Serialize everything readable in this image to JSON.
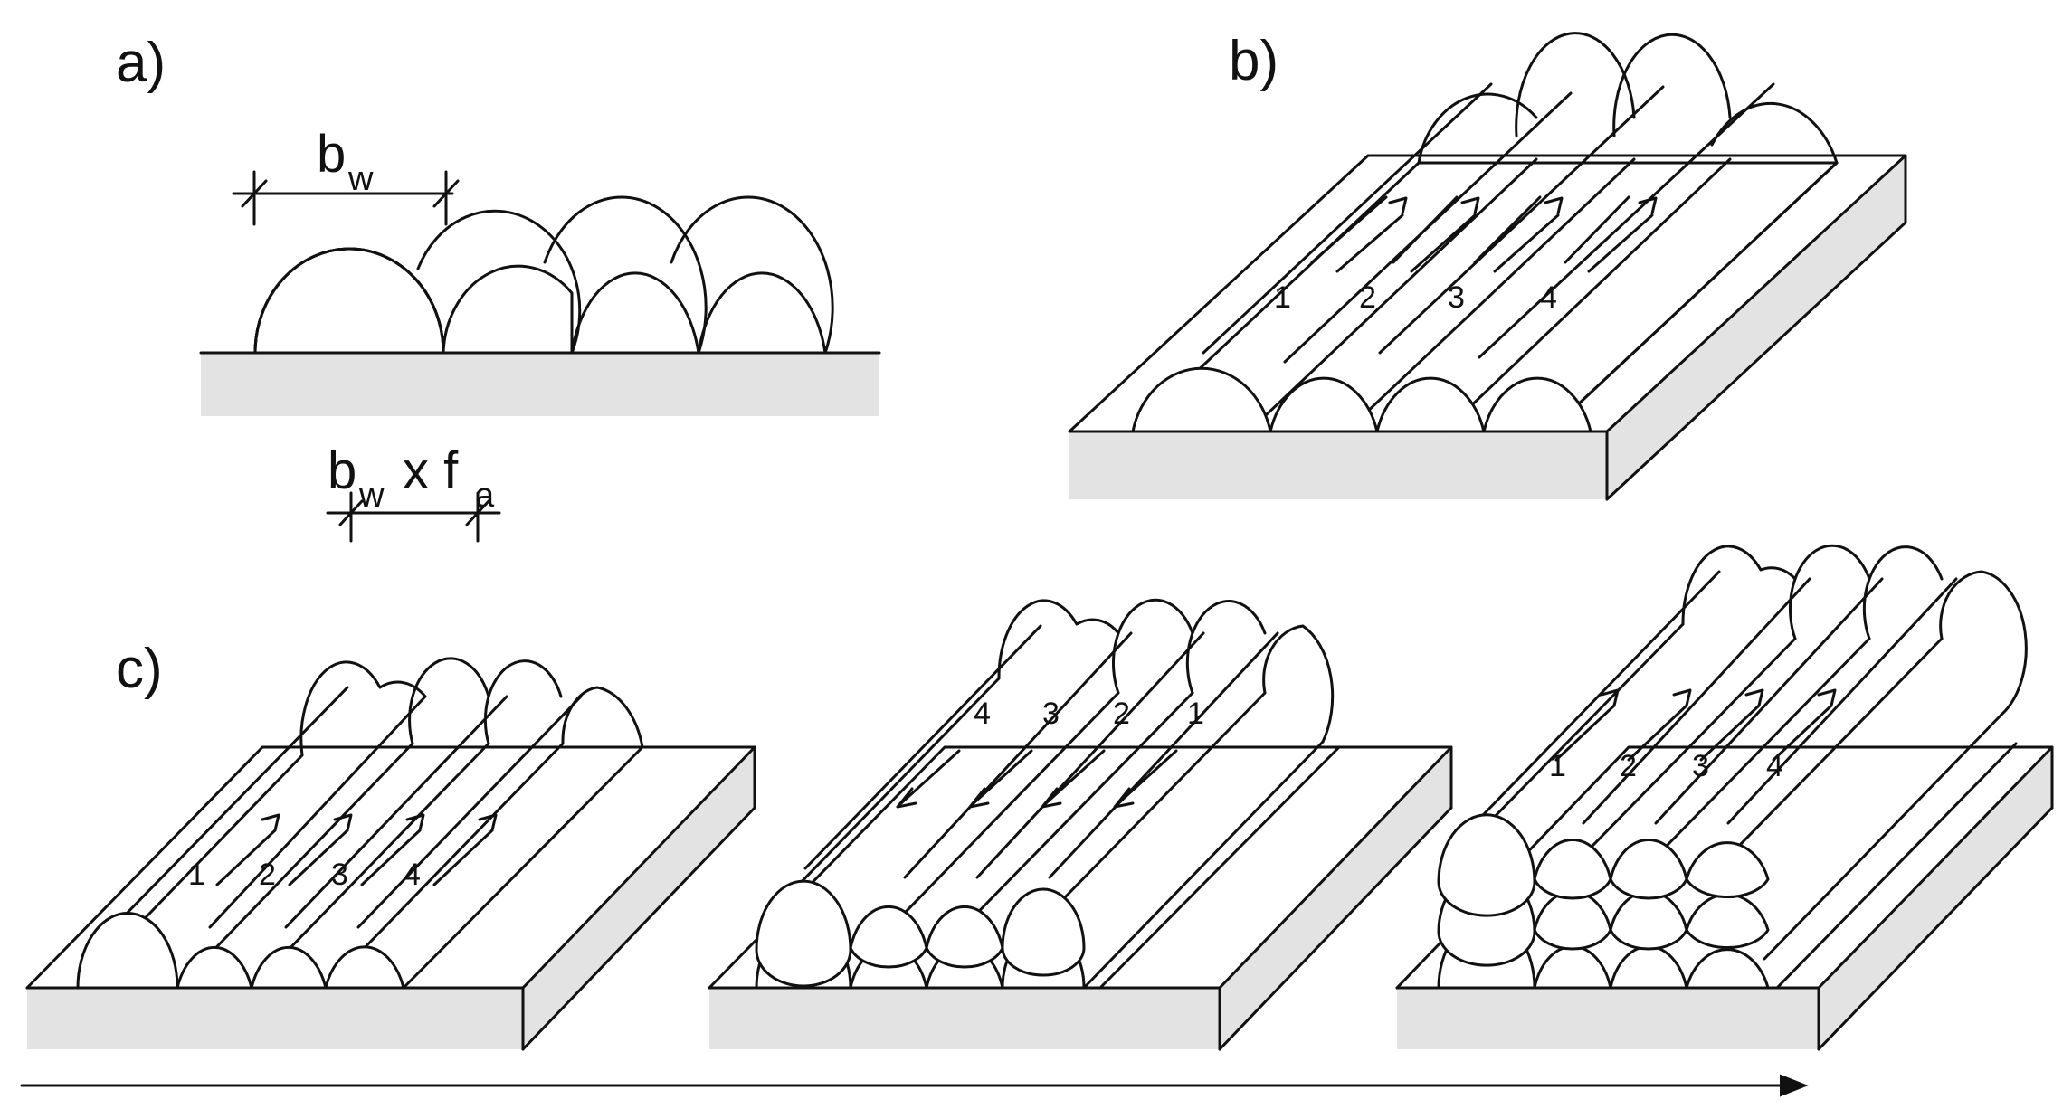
{
  "panels": {
    "a": {
      "label": "a)",
      "dim_top_base": "b",
      "dim_top_sub": "w",
      "dim_bottom_base": "b",
      "dim_bottom_sub": "w",
      "dim_bottom_mid": "x f",
      "dim_bottom_sub2": "a",
      "bead_count": 4
    },
    "b": {
      "label": "b)",
      "passes": [
        "1",
        "2",
        "3",
        "4"
      ],
      "direction": "forward",
      "layers": 1
    },
    "c": {
      "label": "c)",
      "stages": [
        {
          "passes": [
            "1",
            "2",
            "3",
            "4"
          ],
          "direction": "forward",
          "layers": 1
        },
        {
          "passes": [
            "4",
            "3",
            "2",
            "1"
          ],
          "direction": "backward",
          "layers": 2
        },
        {
          "passes": [
            "1",
            "2",
            "3",
            "4"
          ],
          "direction": "forward",
          "layers": 3
        }
      ]
    }
  },
  "colors": {
    "line": "#111111",
    "substrate_side": "#e3e3e3",
    "bead_fill": "#ffffff"
  }
}
